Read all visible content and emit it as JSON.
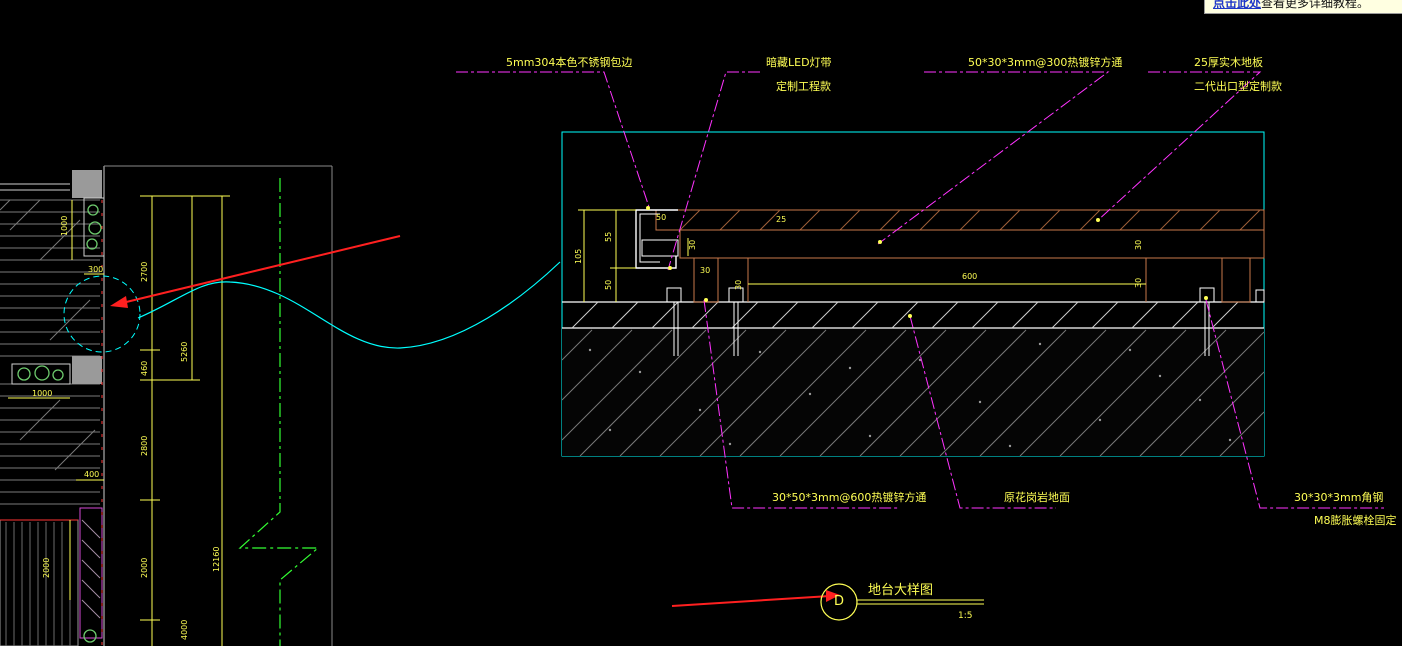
{
  "tooltip": {
    "link_text": "点击此处",
    "rest_text": "查看更多详细教程。"
  },
  "labels": {
    "stainless_edge": "5mm304本色不锈钢包边",
    "led_strip": "暗藏LED灯带",
    "led_note": "定制工程款",
    "galv_tube_top": "50*30*3mm@300热镀锌方通",
    "wood_floor": "25厚实木地板",
    "wood_floor_note": "二代出口型定制款",
    "galv_tube_bottom": "30*50*3mm@600热镀锌方通",
    "granite": "原花岗岩地面",
    "angle_steel": "30*30*3mm角钢",
    "angle_steel_note": "M8膨胀螺栓固定"
  },
  "detail_dims": {
    "d50_top": "50",
    "d25": "25",
    "d30_left": "30",
    "d30_right": "30",
    "d105": "105",
    "d55": "55",
    "d50_bottom": "50",
    "d30_post": "30",
    "d30_small": "30",
    "d600": "600",
    "d30_end": "30"
  },
  "plan_dims": {
    "p1000_v": "1000",
    "p300": "300",
    "p2700": "2700",
    "p5260": "5260",
    "p460": "460",
    "p1000_h": "1000",
    "p2800": "2800",
    "p400": "400",
    "p2000_left": "2000",
    "p2000_mid": "2000",
    "p12160": "12160",
    "p4000": "4000"
  },
  "callout": {
    "letter": "D",
    "title": "地台大样图",
    "scale": "1:5"
  },
  "colors": {
    "background": "#000000",
    "cyan": "#00ffff",
    "magenta": "#ff00ff",
    "yellow": "#ffff55",
    "white": "#ffffff",
    "green": "#00ff00",
    "red": "#ff2020",
    "brown": "#c8784a"
  }
}
